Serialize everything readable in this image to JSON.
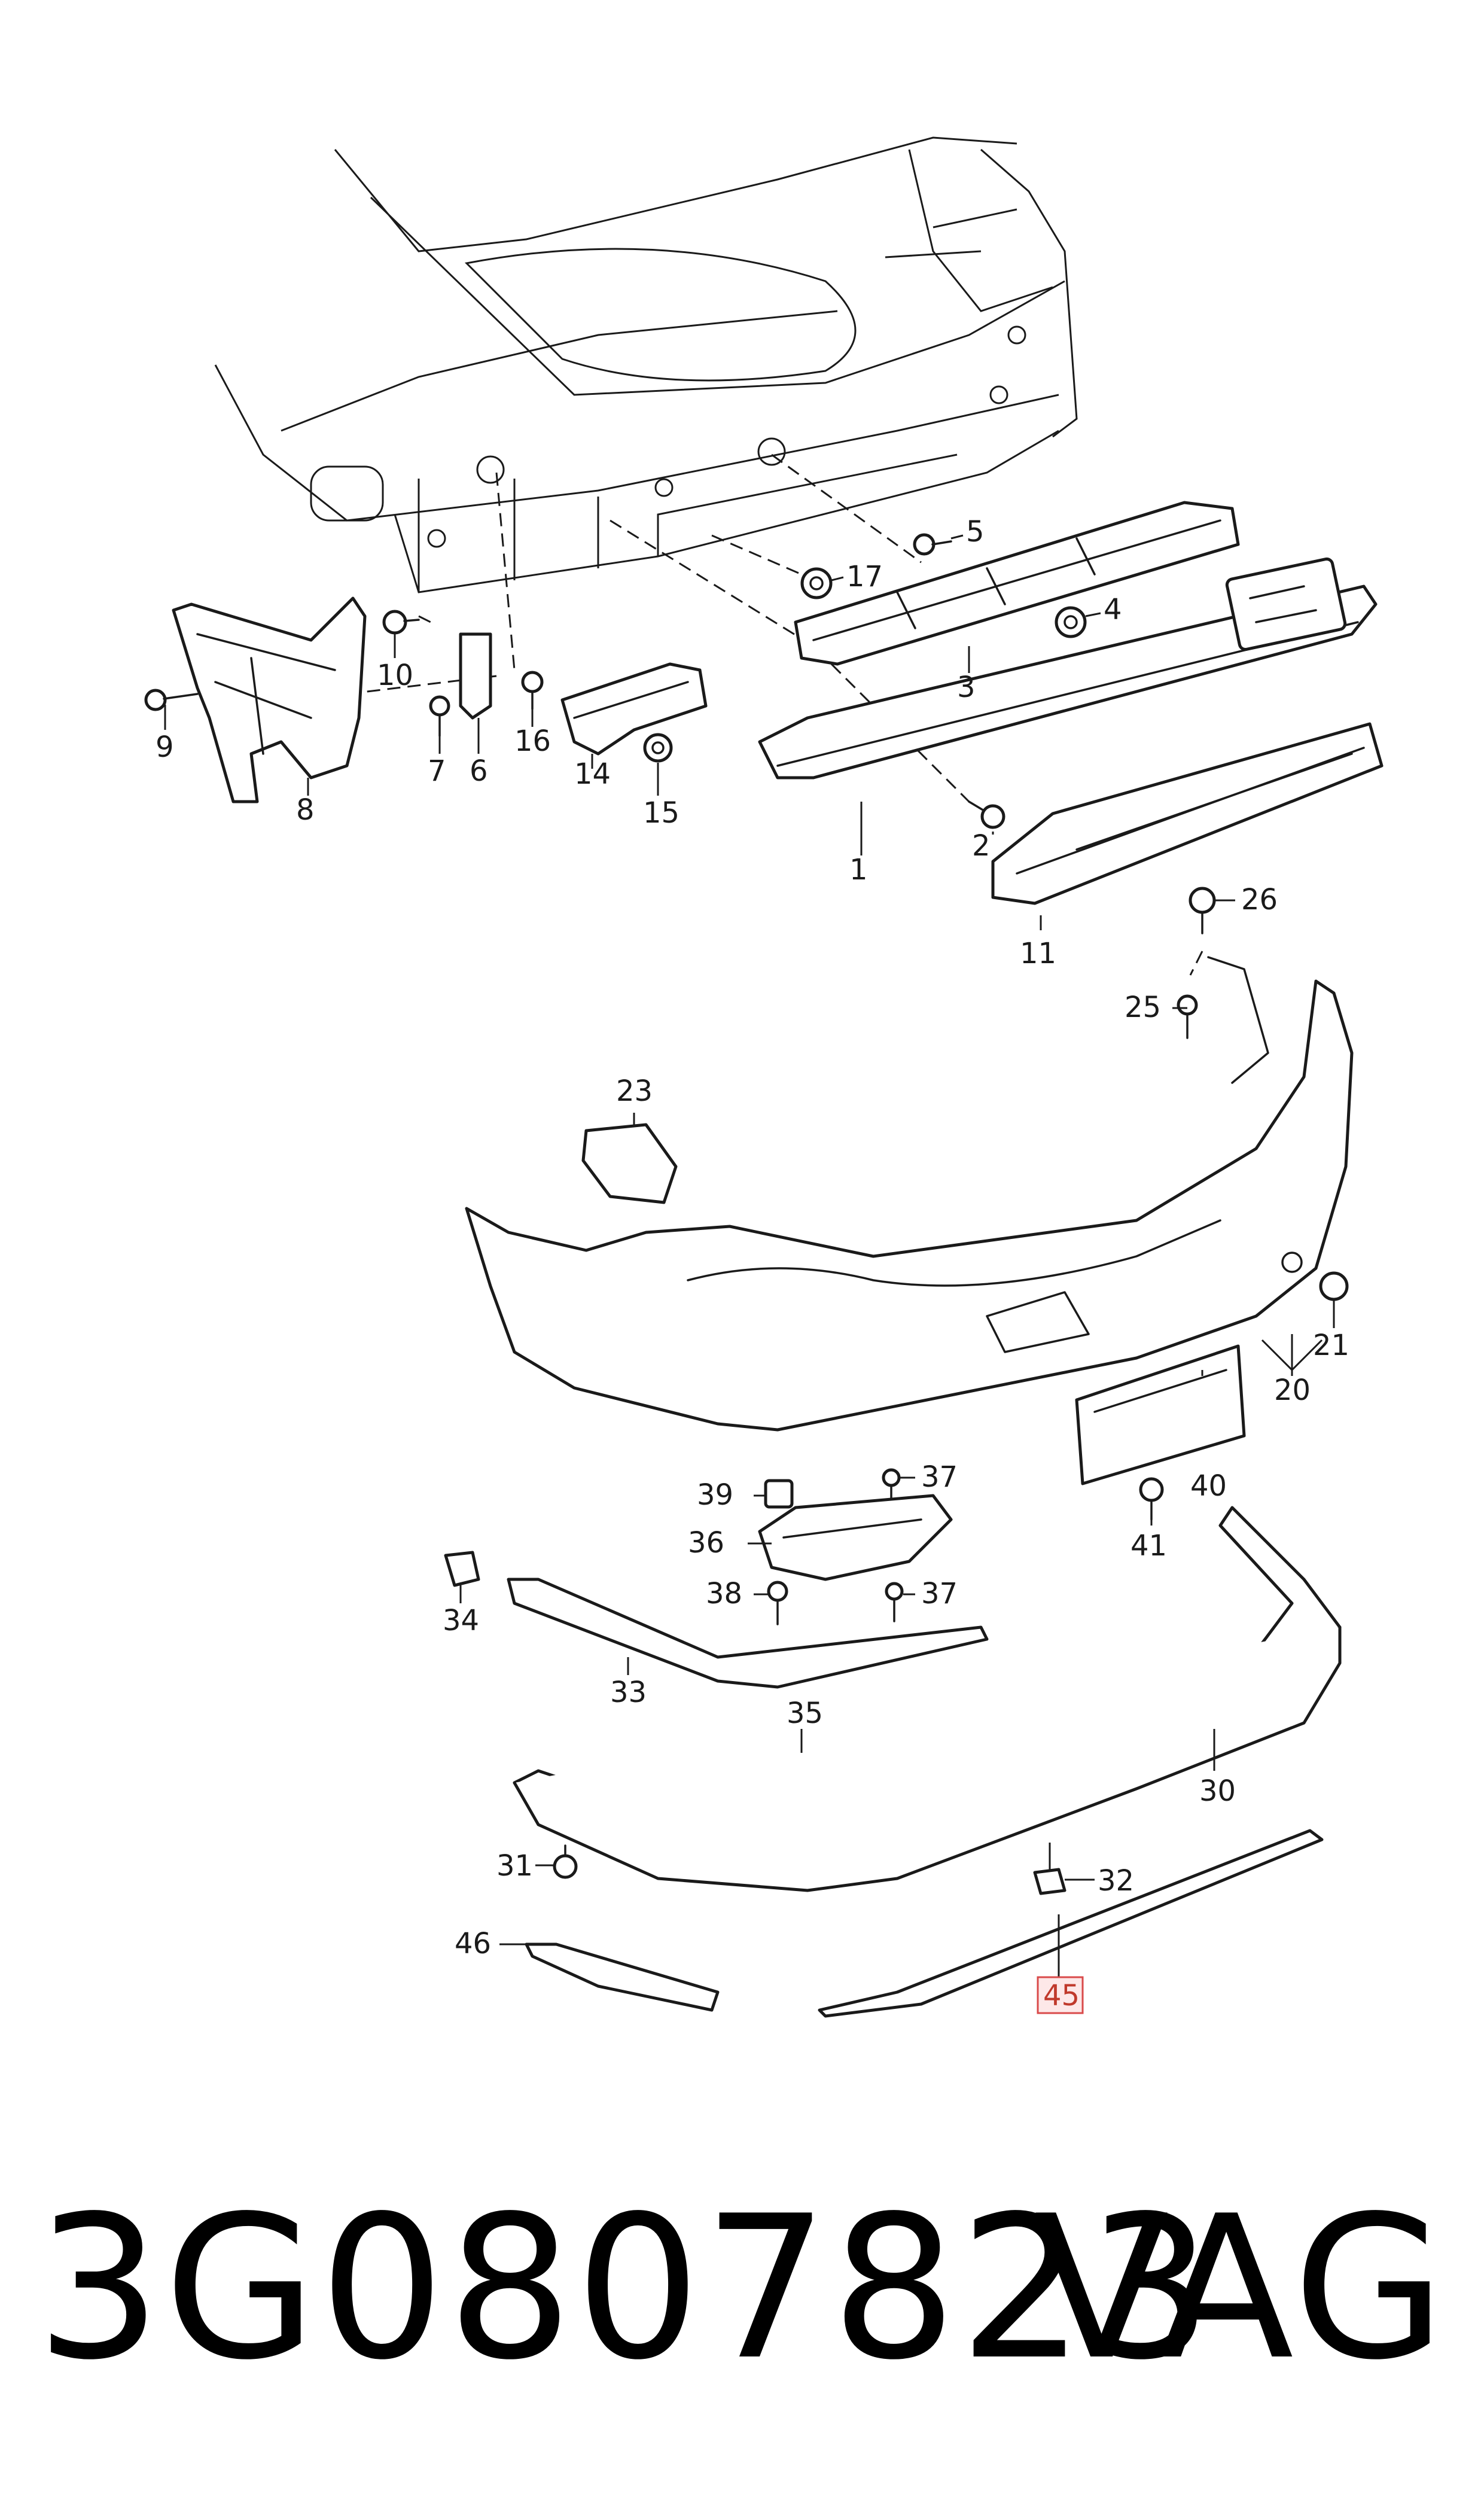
{
  "callouts": [
    {
      "id": "c1",
      "label": "1"
    },
    {
      "id": "c2",
      "label": "2"
    },
    {
      "id": "c3",
      "label": "3"
    },
    {
      "id": "c4",
      "label": "4"
    },
    {
      "id": "c5",
      "label": "5"
    },
    {
      "id": "c6",
      "label": "6"
    },
    {
      "id": "c7",
      "label": "7"
    },
    {
      "id": "c8",
      "label": "8"
    },
    {
      "id": "c9",
      "label": "9"
    },
    {
      "id": "c10",
      "label": "10"
    },
    {
      "id": "c11",
      "label": "11"
    },
    {
      "id": "c14",
      "label": "14"
    },
    {
      "id": "c15",
      "label": "15"
    },
    {
      "id": "c16",
      "label": "16"
    },
    {
      "id": "c17",
      "label": "17"
    },
    {
      "id": "c20",
      "label": "20"
    },
    {
      "id": "c21",
      "label": "21"
    },
    {
      "id": "c23",
      "label": "23"
    },
    {
      "id": "c25",
      "label": "25"
    },
    {
      "id": "c26",
      "label": "26"
    },
    {
      "id": "c30",
      "label": "30"
    },
    {
      "id": "c31",
      "label": "31"
    },
    {
      "id": "c32",
      "label": "32"
    },
    {
      "id": "c33",
      "label": "33"
    },
    {
      "id": "c34",
      "label": "34"
    },
    {
      "id": "c35",
      "label": "35"
    },
    {
      "id": "c36",
      "label": "36"
    },
    {
      "id": "c37a",
      "label": "37"
    },
    {
      "id": "c37b",
      "label": "37"
    },
    {
      "id": "c38",
      "label": "38"
    },
    {
      "id": "c39",
      "label": "39"
    },
    {
      "id": "c40",
      "label": "40"
    },
    {
      "id": "c41",
      "label": "41"
    },
    {
      "id": "c45",
      "label": "45"
    },
    {
      "id": "c46",
      "label": "46"
    }
  ],
  "highlighted_callout": "45",
  "footer": {
    "part_number": "3G0807823",
    "brand": "VAG"
  },
  "colors": {
    "line": "#1a1a1a",
    "highlight_fill": "#fde8e8",
    "highlight_stroke": "#d94a4a",
    "highlight_text": "#c0392b"
  }
}
